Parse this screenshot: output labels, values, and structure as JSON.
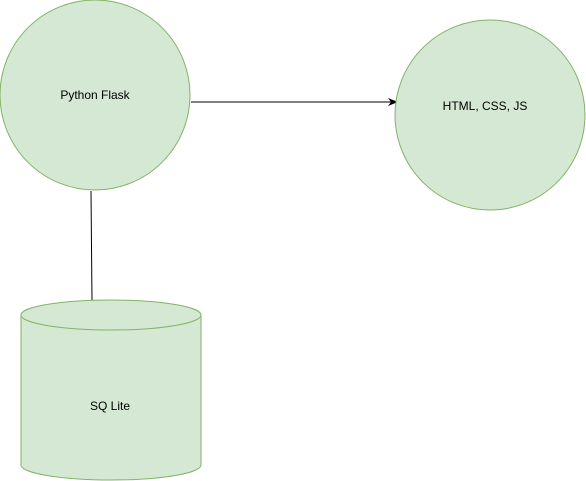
{
  "diagram": {
    "colors": {
      "node_fill": "#d5e8d4",
      "node_stroke": "#82b366",
      "edge": "#000000",
      "background": "#ffffff"
    },
    "nodes": {
      "flask": {
        "label": "Python Flask",
        "shape": "circle"
      },
      "frontend": {
        "label": "HTML, CSS, JS",
        "shape": "circle"
      },
      "database": {
        "label": "SQ Lite",
        "shape": "cylinder"
      }
    },
    "edges": [
      {
        "from": "flask",
        "to": "frontend",
        "arrow": "end"
      },
      {
        "from": "flask",
        "to": "database",
        "arrow": "none"
      }
    ]
  }
}
